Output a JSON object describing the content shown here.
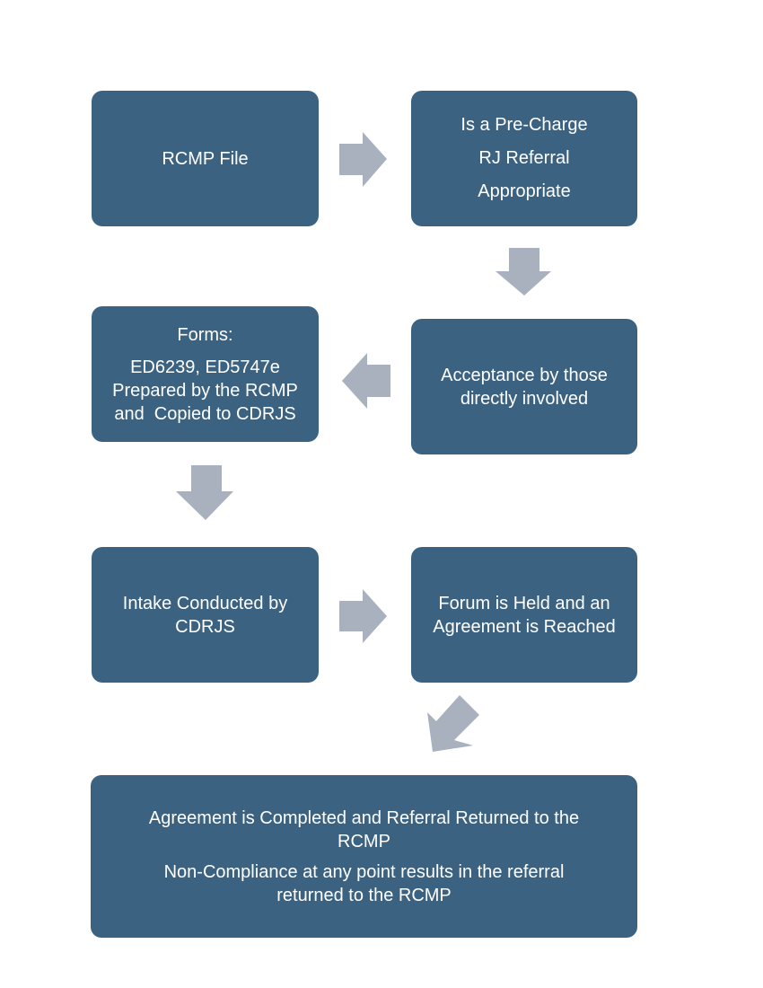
{
  "boxes": {
    "rcmp_file": {
      "lines": [
        "RCMP File"
      ]
    },
    "pre_charge": {
      "lines": [
        "Is a Pre-Charge",
        "RJ Referral",
        "Appropriate"
      ]
    },
    "acceptance": {
      "lines": [
        "Acceptance by those",
        "directly involved"
      ]
    },
    "forms": {
      "lines": [
        "Forms:",
        "ED6239, ED5747e",
        "Prepared by the RCMP",
        "and  Copied to CDRJS"
      ]
    },
    "intake": {
      "lines": [
        "Intake Conducted by",
        "CDRJS"
      ]
    },
    "forum": {
      "lines": [
        "Forum is Held and an",
        "Agreement is Reached"
      ]
    },
    "final": {
      "para1": [
        "Agreement is Completed and Referral Returned to the",
        "RCMP"
      ],
      "para2": [
        "Non-Compliance at any point results in the referral",
        "returned to the RCMP"
      ]
    }
  },
  "colors": {
    "box_fill": "#3b6280",
    "box_text": "#ffffff",
    "arrow_fill": "#a8b1bd"
  },
  "arrows": [
    {
      "from": "rcmp_file",
      "to": "pre_charge",
      "direction": "right"
    },
    {
      "from": "pre_charge",
      "to": "acceptance",
      "direction": "down"
    },
    {
      "from": "acceptance",
      "to": "forms",
      "direction": "left"
    },
    {
      "from": "forms",
      "to": "intake",
      "direction": "down"
    },
    {
      "from": "intake",
      "to": "forum",
      "direction": "right"
    },
    {
      "from": "forum",
      "to": "final",
      "direction": "down-left"
    }
  ]
}
